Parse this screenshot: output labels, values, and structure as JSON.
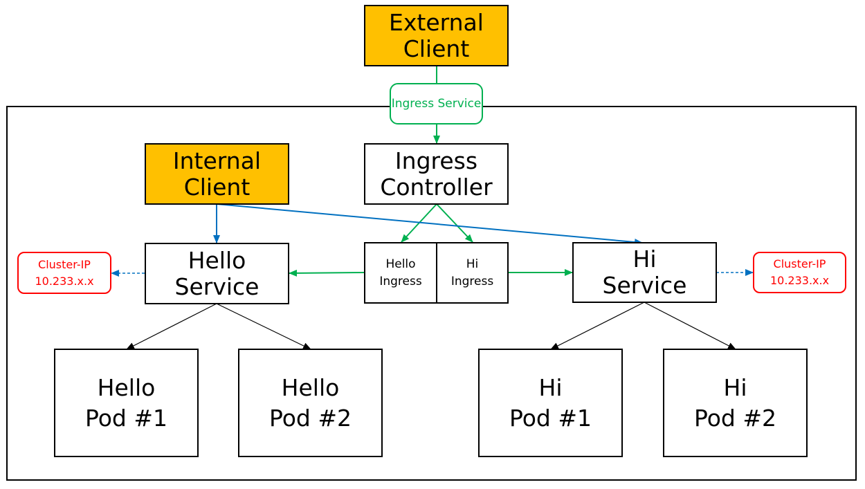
{
  "nodes": {
    "external_client": [
      "External",
      "Client"
    ],
    "ingress_service": [
      "Ingress",
      "Service"
    ],
    "ingress_controller": [
      "Ingress",
      "Controller"
    ],
    "internal_client": [
      "Internal",
      "Client"
    ],
    "hello_service": [
      "Hello",
      "Service"
    ],
    "hi_service": [
      "Hi",
      "Service"
    ],
    "hello_ingress": [
      "Hello",
      "Ingress"
    ],
    "hi_ingress": [
      "Hi",
      "Ingress"
    ],
    "cluster_ip_left": [
      "Cluster-IP",
      "10.233.x.x"
    ],
    "cluster_ip_right": [
      "Cluster-IP",
      "10.233.x.x"
    ],
    "hello_pod_1": [
      "Hello",
      "Pod #1"
    ],
    "hello_pod_2": [
      "Hello",
      "Pod #2"
    ],
    "hi_pod_1": [
      "Hi",
      "Pod #1"
    ],
    "hi_pod_2": [
      "Hi",
      "Pod #2"
    ]
  },
  "colors": {
    "client_fill": "#ffc000",
    "ingress_flow": "#00b050",
    "internal_flow": "#0070c0",
    "cluster_ip": "#ff0000",
    "pod_flow": "#000000"
  }
}
